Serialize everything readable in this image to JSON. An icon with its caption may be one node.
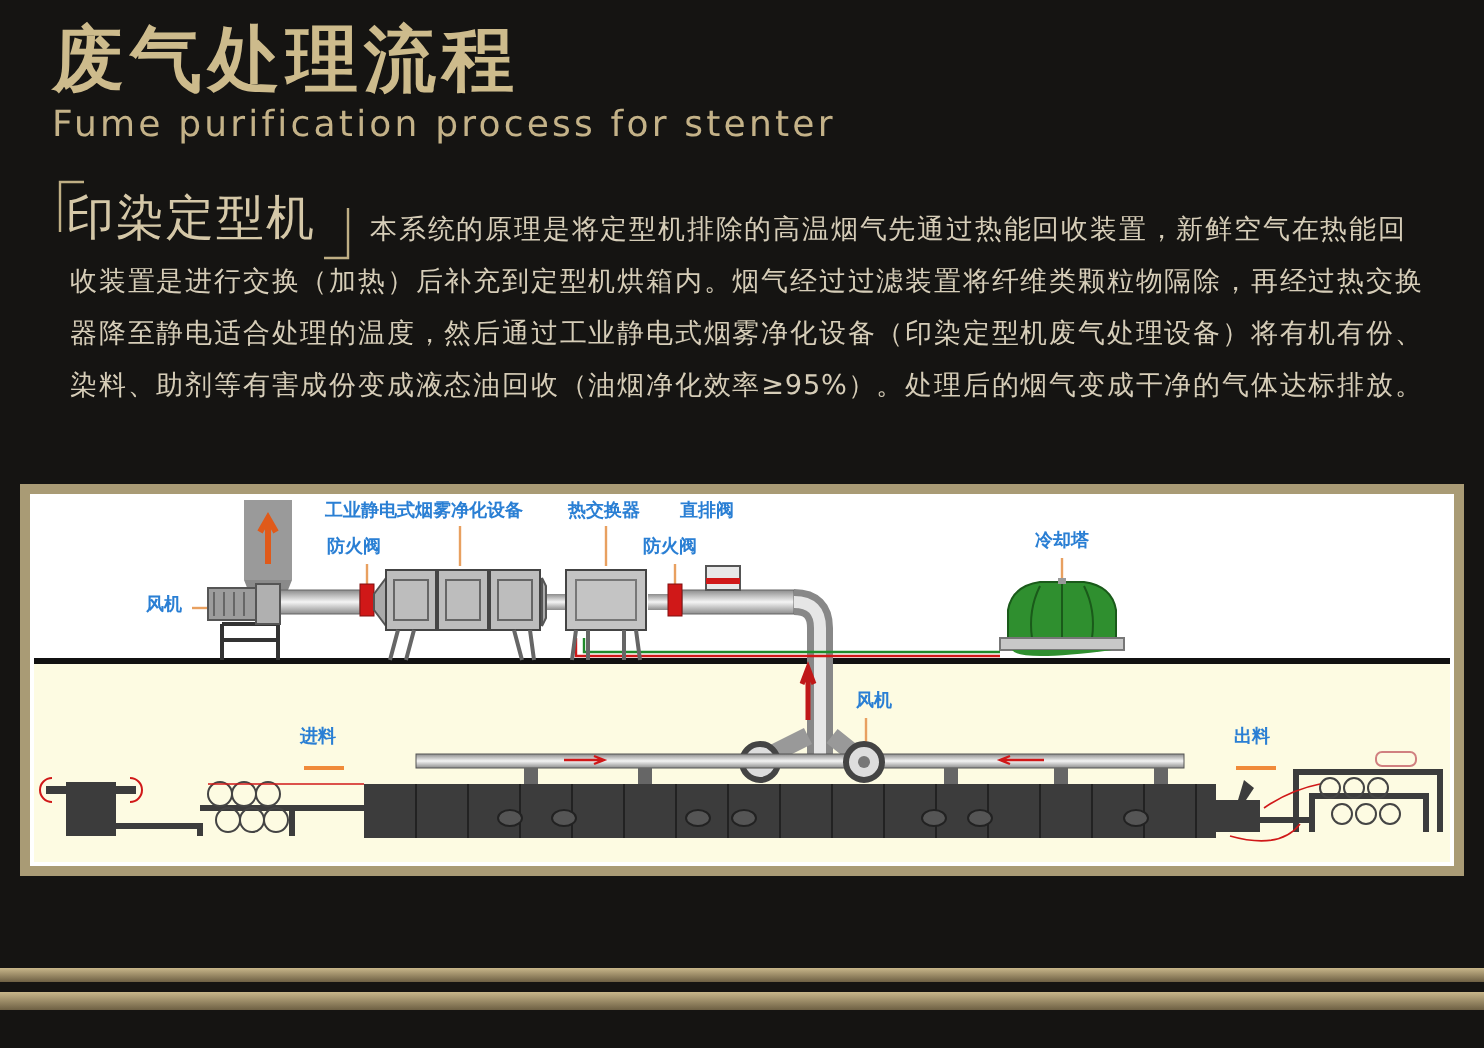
{
  "diagram": {
    "title": "废气处理流程",
    "nodes": [
      {
        "text": [
          "风机"
        ]
      },
      {
        "text": [],
        "shape": "picture"
      },
      {
        "text": [
          "防火阀"
        ]
      },
      {
        "text": [],
        "shape": "box"
      },
      {
        "text": [
          "工业静电式烟雾净化设备"
        ]
      },
      {
        "text": [],
        "shape": "picture"
      },
      {
        "text": [
          "热交换器"
        ]
      },
      {
        "text": [],
        "shape": "picture"
      },
      {
        "text": [
          "防火阀"
        ]
      },
      {
        "text": [],
        "shape": "box"
      },
      {
        "text": [
          "冷却塔"
        ]
      },
      {
        "text": [],
        "shape": "picture"
      },
      {
        "text": [
          "风机"
        ]
      },
      {
        "text": [],
        "shape": "picture"
      }
    ],
    "edges": [
      {
        "from": 0,
        "to": 1,
        "arrow": "none"
      },
      {
        "from": 2,
        "to": 3,
        "arrow": "none"
      },
      {
        "from": 4,
        "to": 5,
        "arrow": "none"
      },
      {
        "from": 6,
        "to": 7,
        "arrow": "none"
      },
      {
        "from": 8,
        "to": 9,
        "arrow": "none"
      },
      {
        "from": 10,
        "to": 11,
        "arrow": "none"
      },
      {
        "from": 12,
        "to": 13,
        "arrow": "none"
      },
      {
        "from": 7,
        "to": 11,
        "arrow": "none",
        "color": "#1f8a2a"
      },
      {
        "from": 7,
        "to": 11,
        "arrow": "none",
        "color": "#d01818"
      }
    ],
    "labels": [
      "Fume purification process for stenter",
      "印染定型机",
      "本系统的原理是将定型机排除的高温烟气先通过热能回收装置，新鲜空气在热能回收装置是进行交换（加热）后补充到定型机烘箱内。烟气经过过滤装置将纤维类颗粒物隔除，再经过热交换器降至静电适合处理的温度，然后通过工业静电式烟雾净化设备（印染定型机废气处理设备）将有机有份、染料、助剂等有害成份变成液态油回收（油烟净化效率≥95%）。处理后的烟气变成干净的气体达标排放。",
      "直排阀",
      "进料",
      "出料"
    ]
  }
}
